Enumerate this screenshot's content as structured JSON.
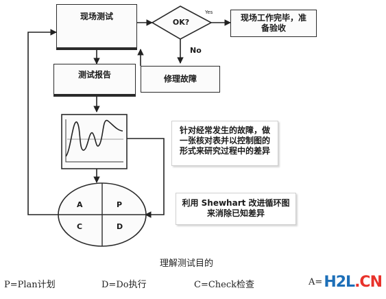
{
  "boxes": {
    "field_test": "现场测试",
    "decision": "OK?",
    "yes_label": "Yes",
    "no_label": "No",
    "complete": "现场工作完毕，准备验收",
    "test_report": "测试报告",
    "repair": "修理故障"
  },
  "notes": {
    "control_chart_note": "针对经常发生的故障，做一张核对表并以控制图的形式来研究过程中的差异",
    "shewhart_note": "利用 Shewhart 改进循环图来消除已知差异"
  },
  "pdca": {
    "a": "A",
    "p": "P",
    "c": "C",
    "d": "D"
  },
  "caption": "理解测试目的",
  "legend": {
    "p": "P=Plan计划",
    "d": "D=Do执行",
    "c": "C=Check检查",
    "a": "A="
  },
  "watermark": {
    "part1": "H2L",
    "part2": ".CN"
  }
}
